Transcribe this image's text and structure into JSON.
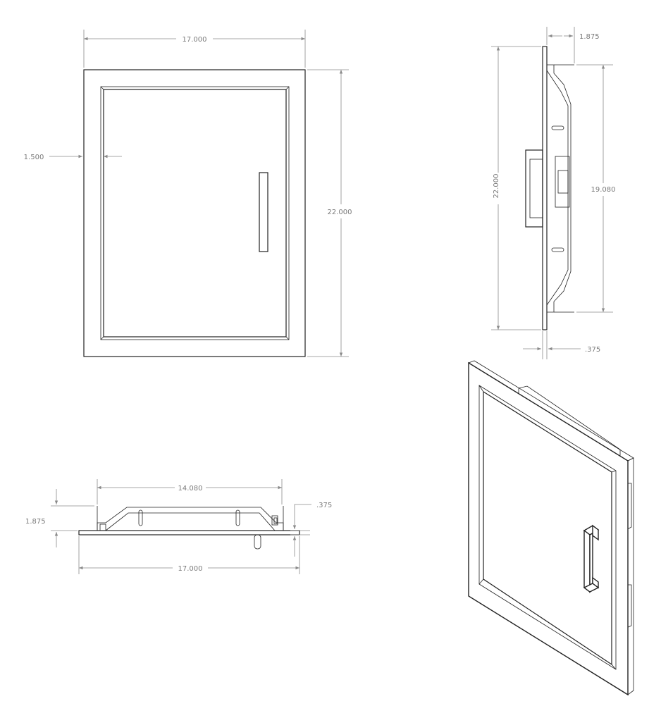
{
  "front_view": {
    "width_dim": "17.000",
    "height_dim": "22.000",
    "frame_width_dim": "1.500"
  },
  "side_view": {
    "depth_dim": "1.875",
    "height_dim": "22.000",
    "inner_height_dim": "19.080",
    "thickness_dim": ".375"
  },
  "top_view": {
    "inner_width_dim": "14.080",
    "overall_width_dim": "17.000",
    "depth_dim": "1.875",
    "thickness_dim": ".375"
  },
  "colors": {
    "line": "#222222",
    "dimension": "#8a8a8a"
  }
}
